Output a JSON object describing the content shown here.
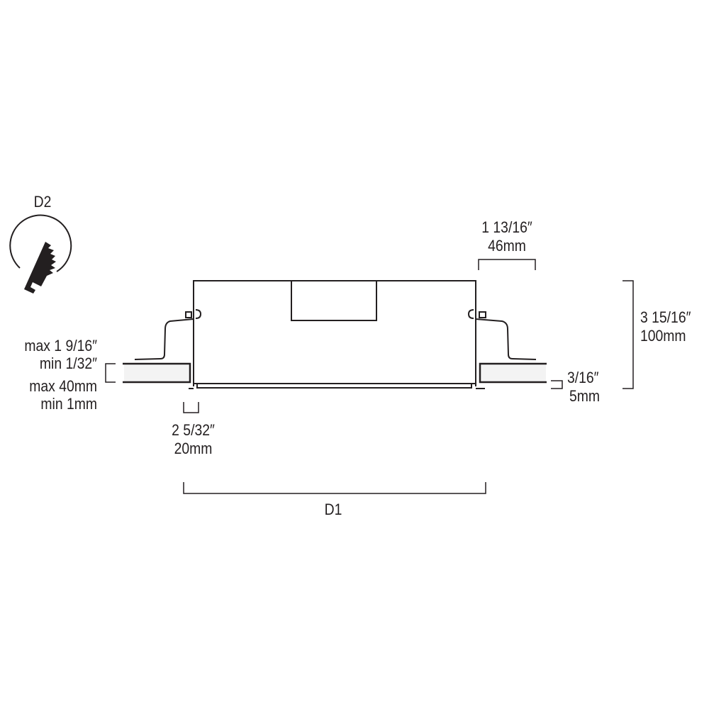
{
  "labels": {
    "d2": "D2",
    "d1": "D1",
    "cutout_side_inch": "1 13/16″",
    "cutout_side_mm": "46mm",
    "height_inch": "3 15/16″",
    "height_mm": "100mm",
    "ceiling_max_inch": "max 1 9/16″",
    "ceiling_min_inch": "min 1/32″",
    "ceiling_max_mm": "max 40mm",
    "ceiling_min_mm": "min 1mm",
    "trim_inch": "3/16″",
    "trim_mm": "5mm",
    "flange_inch": "2 5/32″",
    "flange_mm": "20mm"
  },
  "icons": {
    "cut_tool": "jigsaw-blade-in-circle-icon"
  },
  "colors": {
    "line": "#231f20",
    "panel_fill": "#f3f3f3"
  }
}
